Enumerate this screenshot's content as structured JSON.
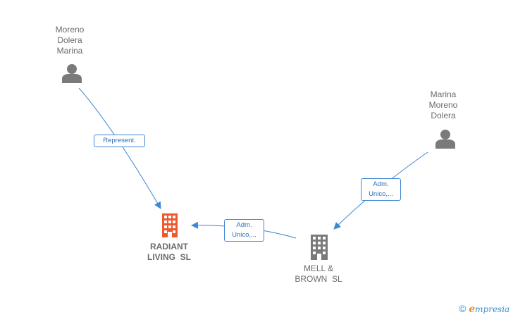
{
  "colors": {
    "edge": "#3f86d3",
    "person": "#7a7a7a",
    "company_focus": "#f0582c",
    "company_other": "#7a7a7a",
    "label_text": "#6b6b6b"
  },
  "nodes": {
    "person_1": {
      "lines": [
        "Moreno",
        "Dolera",
        "Marina"
      ],
      "icon": "person-icon"
    },
    "person_2": {
      "lines": [
        "Marina",
        "Moreno",
        "Dolera"
      ],
      "icon": "person-icon"
    },
    "company_radiant": {
      "lines": [
        "RADIANT",
        "LIVING  SL"
      ],
      "icon": "building-icon"
    },
    "company_mell": {
      "lines": [
        "MELL &",
        "BROWN  SL"
      ],
      "icon": "building-icon"
    }
  },
  "edges": {
    "represent": {
      "lines": [
        "Represent."
      ]
    },
    "adm_mell_radiant": {
      "lines": [
        "Adm.",
        "Unico,..."
      ]
    },
    "adm_person2_mell": {
      "lines": [
        "Adm.",
        "Unico,..."
      ]
    }
  },
  "footer": {
    "copyright": "©",
    "brand_e": "e",
    "brand_rest": "mpresia"
  }
}
